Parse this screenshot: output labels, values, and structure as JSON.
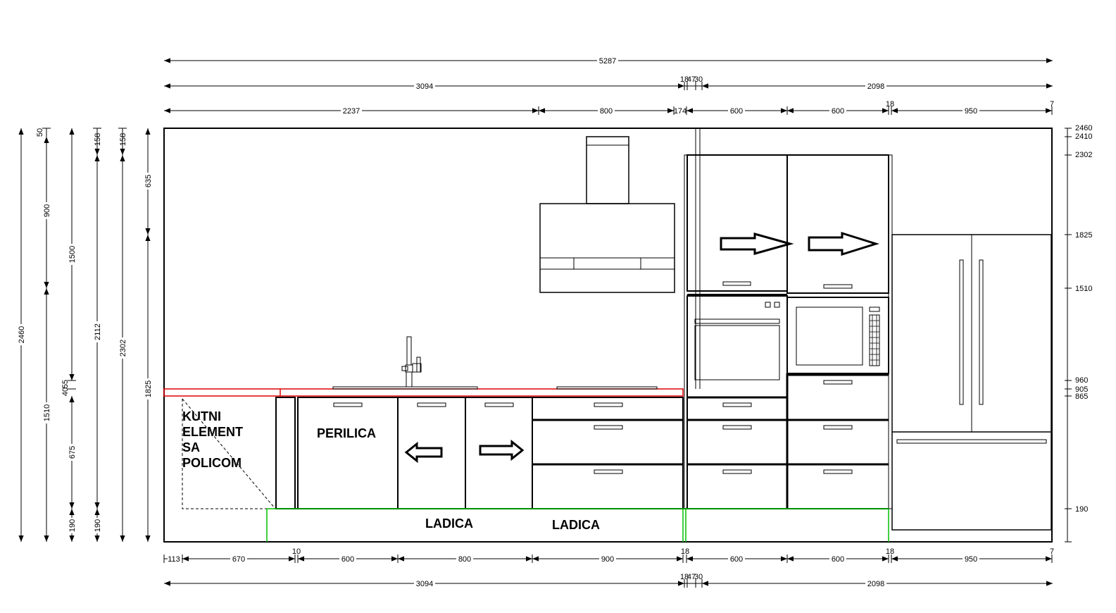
{
  "top_dimensions": {
    "overall": "5287",
    "row2": [
      "3094",
      "18",
      "47",
      "30",
      "2098"
    ],
    "row3": [
      "2237",
      "800",
      "174",
      "600",
      "600",
      "18",
      "950",
      "7"
    ]
  },
  "bottom_dimensions": {
    "row1": [
      "113",
      "670",
      "10",
      "600",
      "800",
      "900",
      "18",
      "600",
      "600",
      "18",
      "950",
      "7"
    ],
    "row2": [
      "3094",
      "18",
      "47",
      "30",
      "2098"
    ]
  },
  "left_dimensions": {
    "col1": [
      "2460"
    ],
    "col2": [
      "50",
      "900",
      "1510"
    ],
    "col3": [
      "1500",
      "40",
      "55",
      "675",
      "190"
    ],
    "col4": [
      "158",
      "2112",
      "190"
    ],
    "col5": [
      "158",
      "2302"
    ],
    "col6": [
      "635",
      "1825"
    ]
  },
  "right_levels": [
    "2460",
    "2410",
    "2302",
    "1825",
    "1510",
    "960",
    "905",
    "865",
    "190"
  ],
  "labels": {
    "corner_line1": "KUTNI",
    "corner_line2": "ELEMENT",
    "corner_line3": "SA",
    "corner_line4": "POLICOM",
    "washer": "PERILICA",
    "plinth_1": "LADICA",
    "plinth_2": "LADICA"
  },
  "colors": {
    "lines": "#000000",
    "worktop": "#e00000",
    "plinth": "#00c000"
  }
}
